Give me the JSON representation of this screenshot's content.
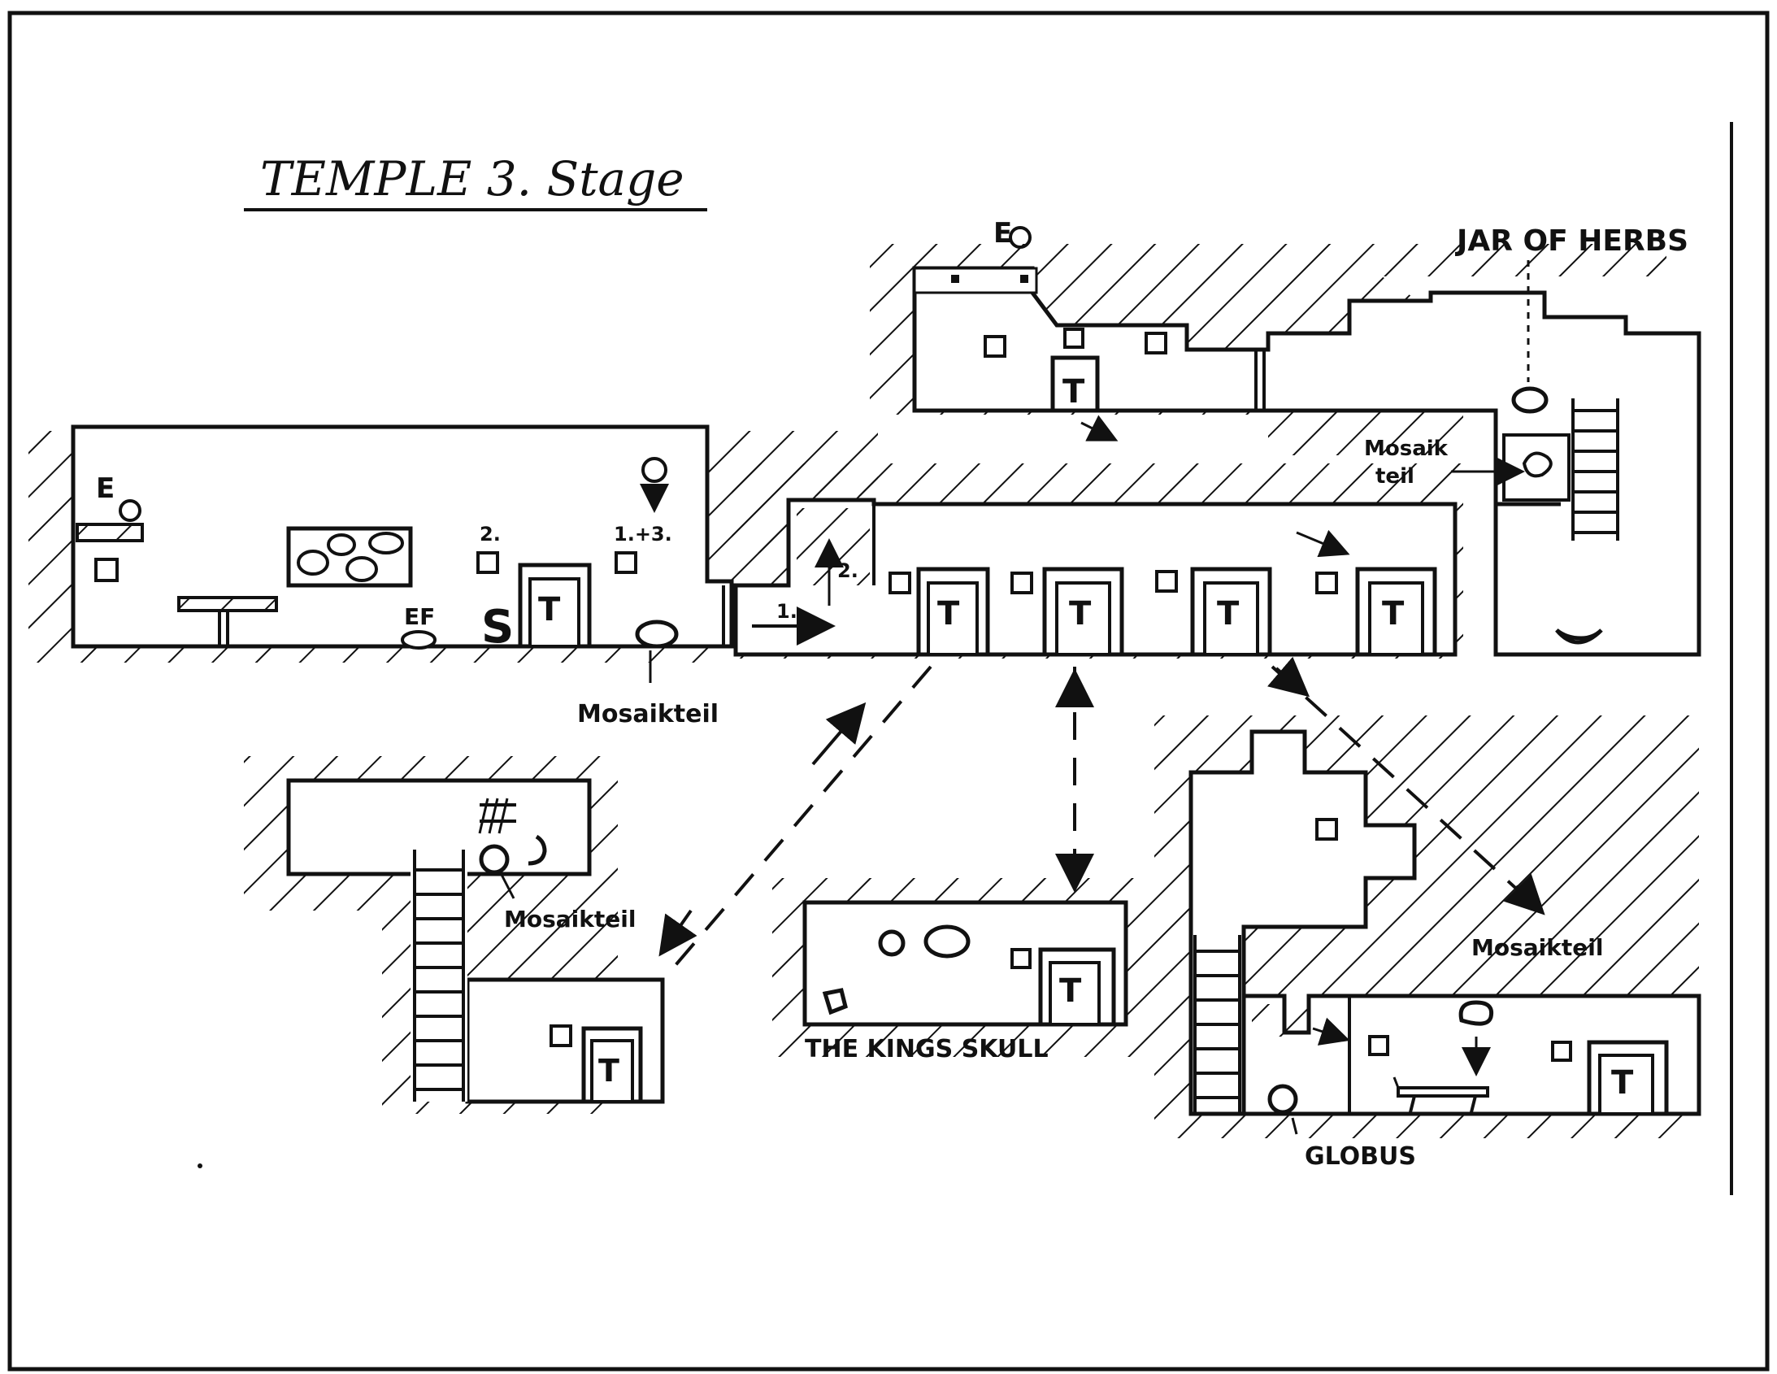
{
  "title": "TEMPLE 3. Stage",
  "labels": {
    "jar_of_herbs": "JAR OF HERBS",
    "mosaikteil_top": "Mosaik",
    "mosaikteil_top2": "teil",
    "mosaikteil_main": "Mosaikteil",
    "mosaikteil_left": "Mosaikteil",
    "mosaikteil_right": "Mosaikteil",
    "kings_skull": "THE KINGS SKULL",
    "globus": "GLOBUS",
    "e0_top": "E",
    "e0_left": "E",
    "ef": "EF",
    "s": "S",
    "num_2a": "2.",
    "num_13": "1.+3.",
    "num_1": "1.",
    "num_2b": "2."
  },
  "door_label": "T",
  "colors": {
    "ink": "#111111",
    "paper": "#ffffff"
  }
}
